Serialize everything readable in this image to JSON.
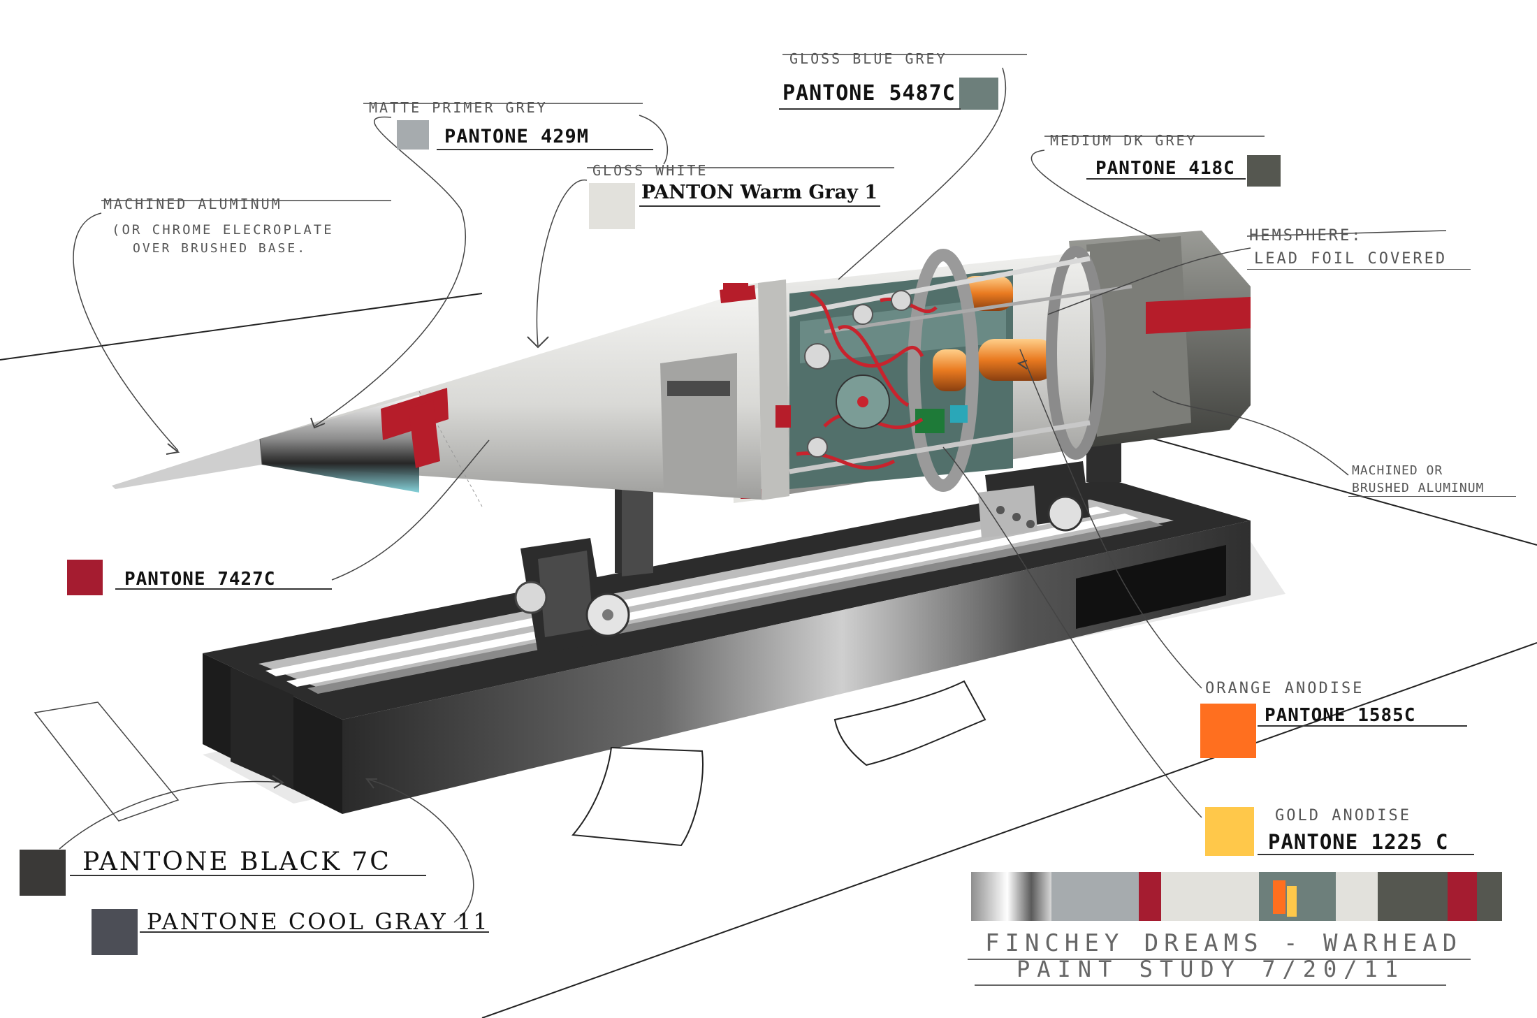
{
  "title": {
    "line1": "FINCHEY DREAMS - WARHEAD",
    "line2": "PAINT STUDY 7/20/11"
  },
  "callouts": {
    "gloss_blue_grey": {
      "name": "GLOSS BLUE GREY",
      "code": "PANTONE 5487C",
      "color": "#6d7f7b"
    },
    "matte_primer_grey": {
      "name": "MATTE PRIMER GREY",
      "code": "PANTONE 429M",
      "color": "#a6abae"
    },
    "gloss_white": {
      "name": "GLOSS WHITE",
      "code": "PANTON Warm Gray 1",
      "color": "#e2e1dc"
    },
    "medium_dk_grey": {
      "name": "MEDIUM DK GREY",
      "code": "PANTONE 418C",
      "color": "#555750"
    },
    "machined_aluminum": {
      "name": "MACHINED ALUMINUM",
      "note1": "(OR CHROME ELECROPLATE",
      "note2": "OVER BRUSHED BASE."
    },
    "hemisphere": {
      "line1": "HEMSPHERE:",
      "line2": "LEAD FOIL COVERED"
    },
    "machined_brushed": {
      "line1": "MACHINED OR",
      "line2": "BRUSHED ALUMINUM"
    },
    "red": {
      "code": "PANTONE 7427C",
      "color": "#a51c30"
    },
    "orange_anodise": {
      "name": "ORANGE ANODISE",
      "code": "PANTONE 1585C",
      "color": "#ff6f1f"
    },
    "gold_anodise": {
      "name": "GOLD ANODISE",
      "code": "PANTONE 1225 C",
      "color": "#ffc84a"
    },
    "black": {
      "code": "PANTONE BLACK 7C",
      "color": "#3a3937"
    },
    "cool_gray": {
      "code": "PANTONE COOL GRAY 11",
      "color": "#4c4e56"
    }
  },
  "palette_strip": [
    "#e8e8e8",
    "#a6abae",
    "#a51c30",
    "#e2e1dc",
    "#6d7f7b",
    "#555750"
  ]
}
